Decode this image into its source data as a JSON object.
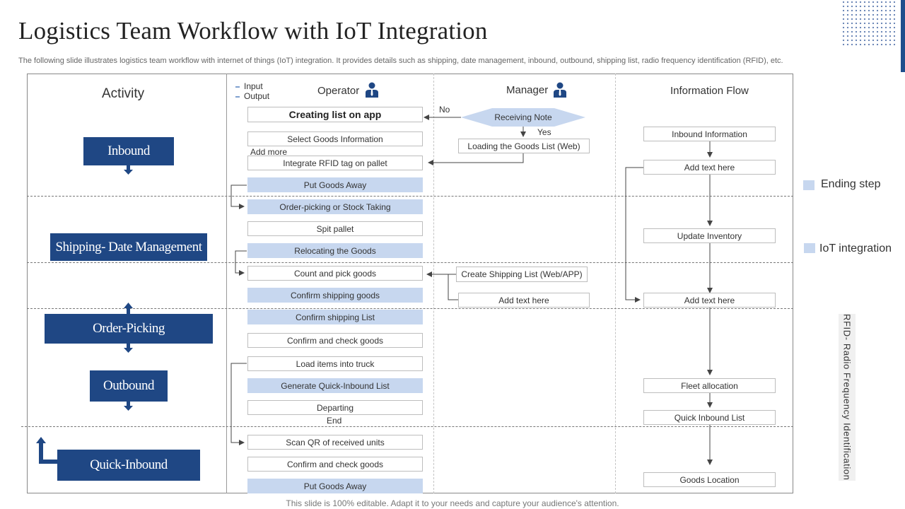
{
  "slide": {
    "title": "Logistics Team Workflow with IoT Integration",
    "subtitle": "The following slide illustrates logistics team workflow with internet of things (IoT) integration. It provides details such as shipping, date management, inbound, outbound, shipping list, radio frequency identification (RFID), etc.",
    "footer": "This slide is 100% editable. Adapt it to your needs and capture your audience's attention."
  },
  "headers": {
    "activity": "Activity",
    "operator": "Operator",
    "manager": "Manager",
    "info_flow": "Information Flow"
  },
  "io_legend": {
    "input": "Input",
    "output": "Output"
  },
  "activities": [
    "Inbound",
    "Shipping- Date Management",
    "Order-Picking",
    "Outbound",
    "Quick-Inbound"
  ],
  "operator_steps": [
    {
      "label": "Creating list on app",
      "iot": false
    },
    {
      "label": "Select Goods Information",
      "iot": false
    },
    {
      "label": "Integrate RFID tag on pallet",
      "iot": false
    },
    {
      "label": "Put Goods Away",
      "iot": true
    },
    {
      "label": "Order-picking or Stock Taking",
      "iot": true
    },
    {
      "label": "Spit pallet",
      "iot": false
    },
    {
      "label": "Relocating the Goods",
      "iot": true
    },
    {
      "label": "Count and pick goods",
      "iot": false
    },
    {
      "label": "Confirm shipping goods",
      "iot": true
    },
    {
      "label": "Confirm shipping List",
      "iot": true
    },
    {
      "label": "Confirm and check goods",
      "iot": false
    },
    {
      "label": "Load items into truck",
      "iot": false
    },
    {
      "label": "Generate Quick-Inbound List",
      "iot": true
    },
    {
      "label": "Departing",
      "iot": false
    },
    {
      "label": "Scan QR of received units",
      "iot": false
    },
    {
      "label": "Confirm and check goods",
      "iot": false
    },
    {
      "label": "Put Goods Away",
      "iot": true
    }
  ],
  "operator_notes": {
    "add_more": "Add more",
    "end": "End"
  },
  "manager": {
    "receiving_note": "Receiving Note",
    "no": "No",
    "yes": "Yes",
    "loading_list": "Loading the Goods List (Web)",
    "create_shipping": "Create Shipping List (Web/APP)",
    "add_text": "Add text here"
  },
  "info_flow": [
    "Inbound Information",
    "Add text here",
    "Update Inventory",
    "Add text here",
    "Fleet allocation",
    "Quick Inbound List",
    "Goods Location"
  ],
  "legend": {
    "ending_step": "Ending step",
    "iot_integration": "IoT integration"
  },
  "rfid_note": "RFID- Radio Frequency Identification",
  "colors": {
    "activity": "#1f4784",
    "iot": "#c7d7ef",
    "accent": "#1f4e8c"
  }
}
